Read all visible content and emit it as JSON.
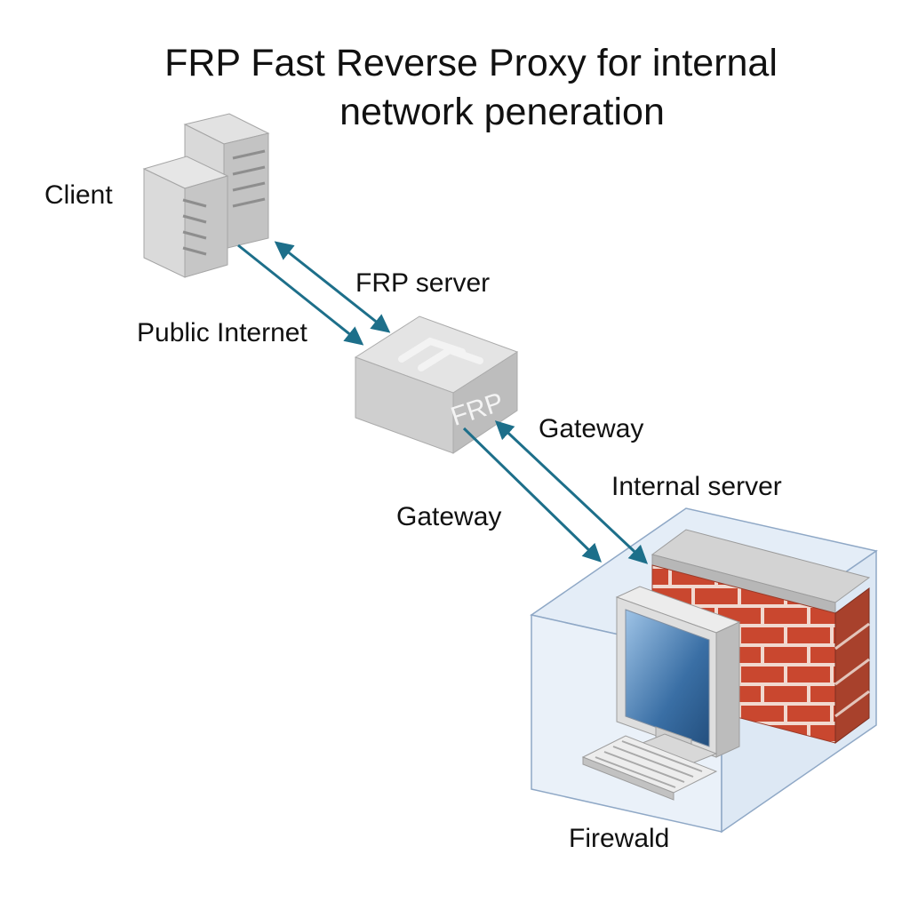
{
  "title": {
    "line1": "FRP Fast Reverse Proxy for internal",
    "line2": "network peneration"
  },
  "labels": {
    "client": "Client",
    "frp_server": "FRP server",
    "public_internet": "Public Internet",
    "gateway_right": "Gateway",
    "internal_server": "Internal server",
    "gateway_left": "Gateway",
    "firewall": "Firewald"
  },
  "proxy_box_text": "FRP",
  "colors": {
    "arrow": "#1d6f8a",
    "brick": "#c9472f",
    "mortar": "#f1d9d0",
    "enclosure": "#dfe9f5",
    "screen": "#2f5d8e",
    "metal": "#c7c7c7"
  },
  "icons": [
    "client-servers-icon",
    "frp-proxy-box-icon",
    "firewall-brick-icon",
    "workstation-monitor-icon",
    "keyboard-icon"
  ]
}
